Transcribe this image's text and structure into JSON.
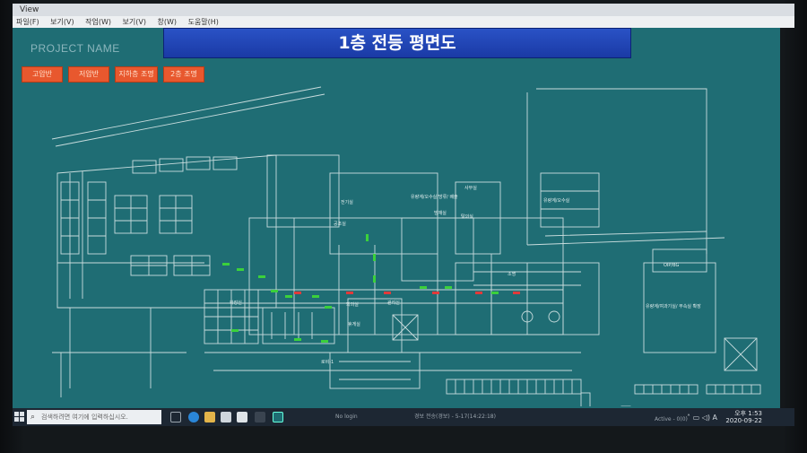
{
  "window": {
    "title": "View"
  },
  "menu": [
    "파일(F)",
    "보기(V)",
    "작업(W)",
    "보기(V)",
    "창(W)",
    "도움말(H)"
  ],
  "project_name": "PROJECT NAME",
  "title": "1층 전등 평면도",
  "nav_buttons": [
    "고압반",
    "저압반",
    "지하층 조명",
    "2층 조명"
  ],
  "plan_labels": {
    "room_a": "유량계/오수실",
    "room_b": "유량계/오수실/방류/ 배출",
    "room_c": "전기실",
    "room_d": "공조실",
    "room_e": "관리실",
    "room_f": "로비-1",
    "room_g": "OIP/BG",
    "room_h": "유량계/여과기실/ 부속실 확장",
    "room_i": "조명",
    "room_j": "사무실",
    "room_k": "회의실",
    "room_l": "화장실",
    "room_m": "방재실",
    "room_n": "탈의실",
    "room_o": "휴게실"
  },
  "taskbar": {
    "search_placeholder": "검색하려면 여기에 입력하십시오.",
    "status_login": "No login",
    "status_alarm": "경보 전송(경보) - 5-17(14:22:18)",
    "active": "Active - 0(0)",
    "time": "오후 1:53",
    "date": "2020-09-22",
    "lang": "A"
  },
  "colors": {
    "plan_bg": "#1f6d74",
    "line": "#e6f0f0",
    "light_on": "#3bd13b",
    "light_alarm": "#e23a3a",
    "button": "#e8582e",
    "banner": "#2a52c6"
  }
}
